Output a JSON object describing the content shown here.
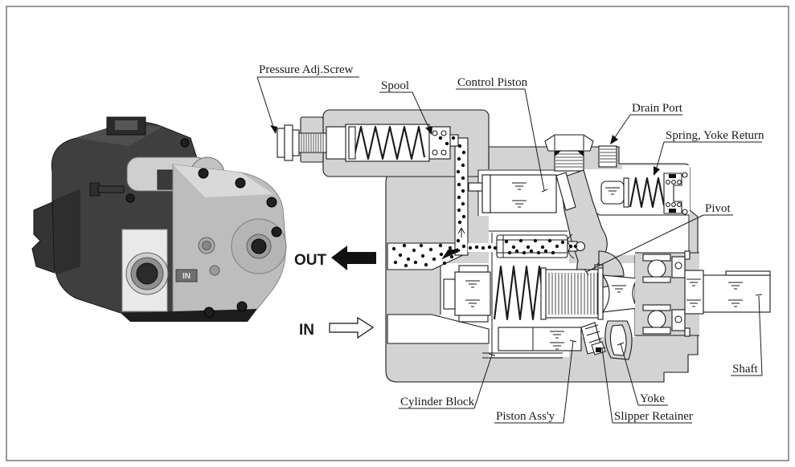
{
  "diagram": {
    "type": "cutaway-technical-illustration",
    "subject": "Variable displacement axial piston pump cross-section with external photo",
    "callouts": {
      "pressure_adj_screw": "Pressure Adj.Screw",
      "spool": "Spool",
      "control_piston": "Control Piston",
      "drain_port": "Drain Port",
      "spring_yoke_return": "Spring, Yoke Return",
      "pivot": "Pivot",
      "shaft": "Shaft",
      "yoke": "Yoke",
      "cylinder_block": "Cylinder Block",
      "piston_assy": "Piston Ass'y",
      "slipper_retainer": "Slipper Retainer"
    },
    "flow": {
      "out": "OUT",
      "in": "IN"
    },
    "photo": {
      "port_marking": "IN"
    },
    "colors": {
      "housing_gray": "#d3d3d3",
      "line_black": "#1a1a1a",
      "background": "#ffffff"
    }
  }
}
